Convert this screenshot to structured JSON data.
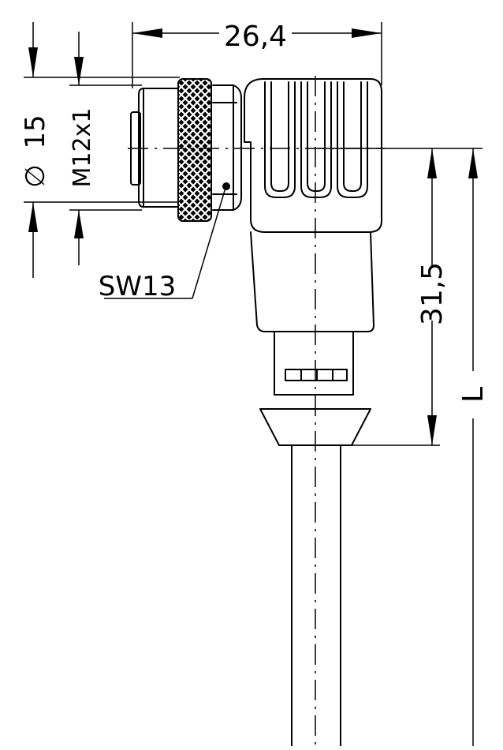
{
  "dimensions": {
    "width_label": "26,4",
    "diameter_symbol": "∅",
    "diameter_value": "15",
    "thread_label": "M12x1",
    "wrench_label": "SW13",
    "height_label": "31,5",
    "length_label": "L"
  },
  "colors": {
    "line": "#000000",
    "background": "#ffffff",
    "knurl_fill": "#000000"
  }
}
